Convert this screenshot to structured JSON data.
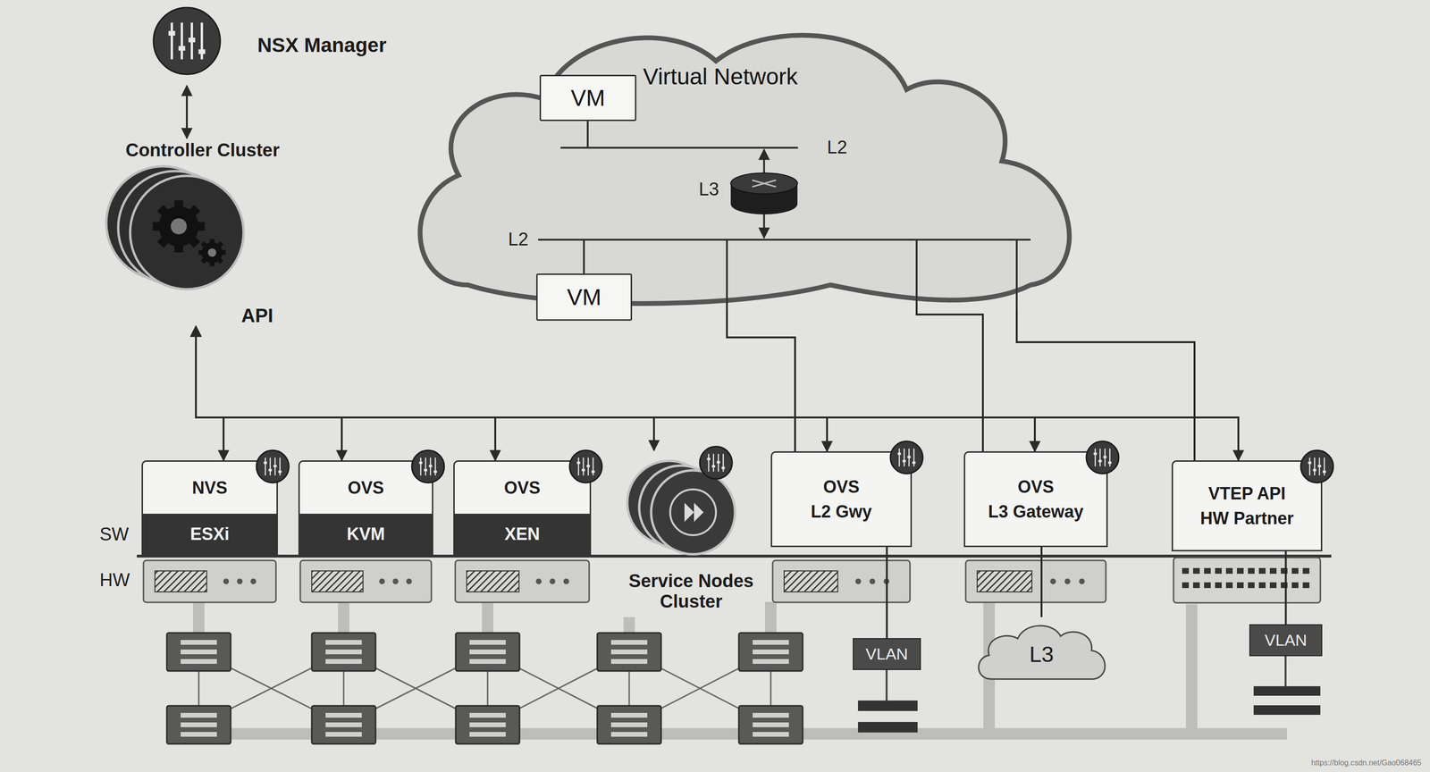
{
  "diagram": {
    "nodes": [
      {
        "text": [
          "NSX Manager"
        ]
      },
      {
        "text": [
          "Controller Cluster",
          "API"
        ]
      },
      {
        "text": [
          "Virtual Network"
        ]
      },
      {
        "text": [
          "VM"
        ],
        "in": 2
      },
      {
        "text": [
          "VM"
        ],
        "in": 2
      },
      {
        "text": [
          "NVS",
          "ESXi"
        ]
      },
      {
        "text": [
          "OVS",
          "KVM"
        ]
      },
      {
        "text": [
          "OVS",
          "XEN"
        ]
      },
      {
        "text": [
          "Service Nodes Cluster"
        ]
      },
      {
        "text": [
          "OVS",
          "L2 Gwy"
        ]
      },
      {
        "text": [
          "OVS",
          "L3 Gateway"
        ]
      },
      {
        "text": [
          "VTEP API",
          "HW Partner"
        ]
      },
      {
        "text": [
          "VLAN"
        ]
      },
      {
        "text": [
          "L3"
        ]
      },
      {
        "text": [
          "VLAN"
        ]
      }
    ],
    "edges": [
      {
        "from": 0,
        "to": 1,
        "arrow": "both"
      },
      {
        "from": 1,
        "to": 5,
        "arrow": "both"
      },
      {
        "from": 1,
        "to": 6,
        "arrow": "both"
      },
      {
        "from": 1,
        "to": 7,
        "arrow": "both"
      },
      {
        "from": 1,
        "to": 8,
        "arrow": "both"
      },
      {
        "from": 1,
        "to": 9,
        "arrow": "both"
      },
      {
        "from": 1,
        "to": 10,
        "arrow": "both"
      },
      {
        "from": 1,
        "to": 11,
        "arrow": "both"
      },
      {
        "from": 2,
        "to": 9,
        "arrow": "none"
      },
      {
        "from": 2,
        "to": 10,
        "arrow": "none"
      },
      {
        "from": 2,
        "to": 11,
        "arrow": "none"
      },
      {
        "from": 9,
        "to": 12,
        "arrow": "none"
      },
      {
        "from": 10,
        "to": 13,
        "arrow": "none"
      },
      {
        "from": 11,
        "to": 14,
        "arrow": "none"
      }
    ],
    "labels": [
      "L2",
      "L3",
      "L2",
      "SW",
      "HW",
      "https://blog.csdn.net/Gao068465"
    ]
  }
}
